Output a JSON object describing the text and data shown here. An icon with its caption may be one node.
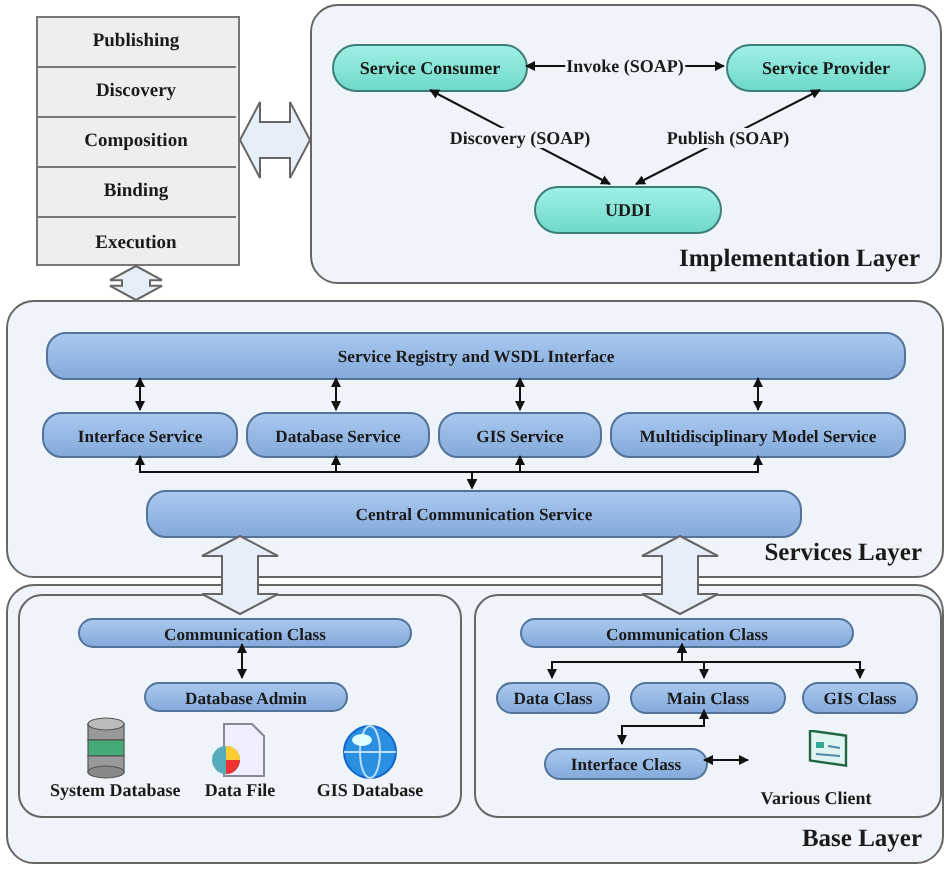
{
  "diagram": {
    "nodes": [
      {
        "text": [],
        "shape": "box"
      },
      {
        "text": [
          "Publishing"
        ],
        "in": 0
      },
      {
        "text": [
          "Discovery"
        ],
        "in": 0
      },
      {
        "text": [
          "Composition"
        ],
        "in": 0
      },
      {
        "text": [
          "Binding"
        ],
        "in": 0
      },
      {
        "text": [
          "Execution"
        ],
        "in": 0
      },
      {
        "text": [
          "Implementation Layer"
        ]
      },
      {
        "text": [
          "Service Consumer"
        ],
        "in": 6
      },
      {
        "text": [
          "Service Provider"
        ],
        "in": 6
      },
      {
        "text": [
          "UDDI"
        ],
        "in": 6
      },
      {
        "text": [
          "Services Layer"
        ]
      },
      {
        "text": [
          "Service Registry and WSDL Interface"
        ],
        "in": 10
      },
      {
        "text": [
          "Interface Service"
        ],
        "in": 10
      },
      {
        "text": [
          "Database Service"
        ],
        "in": 10
      },
      {
        "text": [
          "GIS Service"
        ],
        "in": 10
      },
      {
        "text": [
          "Multidisciplinary Model Service"
        ],
        "in": 10
      },
      {
        "text": [
          "Central Communication Service"
        ],
        "in": 10
      },
      {
        "text": [
          "Base Layer"
        ]
      },
      {
        "text": [],
        "shape": "box",
        "in": 17
      },
      {
        "text": [
          "Communication Class"
        ],
        "in": 18
      },
      {
        "text": [
          "Database Admin"
        ],
        "in": 18
      },
      {
        "text": [],
        "shape": "box",
        "in": 17
      },
      {
        "text": [
          "Communication Class"
        ],
        "in": 21
      },
      {
        "text": [
          "Data Class"
        ],
        "in": 21
      },
      {
        "text": [
          "Main Class"
        ],
        "in": 21
      },
      {
        "text": [
          "GIS Class"
        ],
        "in": 21
      },
      {
        "text": [
          "Interface Class"
        ],
        "in": 21
      },
      {
        "text": [
          "Various Client"
        ],
        "in": 21
      }
    ],
    "edges": [
      {
        "from": 7,
        "to": 8,
        "arrow": "both",
        "label": "Invoke (SOAP)"
      },
      {
        "from": 9,
        "to": 7,
        "arrow": "both",
        "label": "Discovery (SOAP)"
      },
      {
        "from": 9,
        "to": 8,
        "arrow": "both",
        "label": "Publish (SOAP)"
      },
      {
        "from": 0,
        "to": 6,
        "arrow": "both",
        "style": "thick"
      },
      {
        "from": 0,
        "to": 10,
        "arrow": "both",
        "style": "thick"
      },
      {
        "from": 11,
        "to": 12,
        "arrow": "both"
      },
      {
        "from": 11,
        "to": 13,
        "arrow": "both"
      },
      {
        "from": 11,
        "to": 14,
        "arrow": "both"
      },
      {
        "from": 11,
        "to": 15,
        "arrow": "both"
      },
      {
        "from": 16,
        "to": 12,
        "arrow": "both"
      },
      {
        "from": 16,
        "to": 13,
        "arrow": "both"
      },
      {
        "from": 16,
        "to": 14,
        "arrow": "both"
      },
      {
        "from": 16,
        "to": 15,
        "arrow": "both"
      },
      {
        "from": 16,
        "to": 19,
        "arrow": "both",
        "style": "thick"
      },
      {
        "from": 16,
        "to": 22,
        "arrow": "both",
        "style": "thick"
      },
      {
        "from": 19,
        "to": 20,
        "arrow": "both"
      },
      {
        "from": 22,
        "to": 23,
        "arrow": "both"
      },
      {
        "from": 22,
        "to": 24,
        "arrow": "both"
      },
      {
        "from": 22,
        "to": 25,
        "arrow": "both"
      },
      {
        "from": 24,
        "to": 26,
        "arrow": "both"
      },
      {
        "from": 26,
        "to": 27,
        "arrow": "both"
      }
    ],
    "labels": [
      "System Database",
      "Data File",
      "GIS Database"
    ]
  }
}
